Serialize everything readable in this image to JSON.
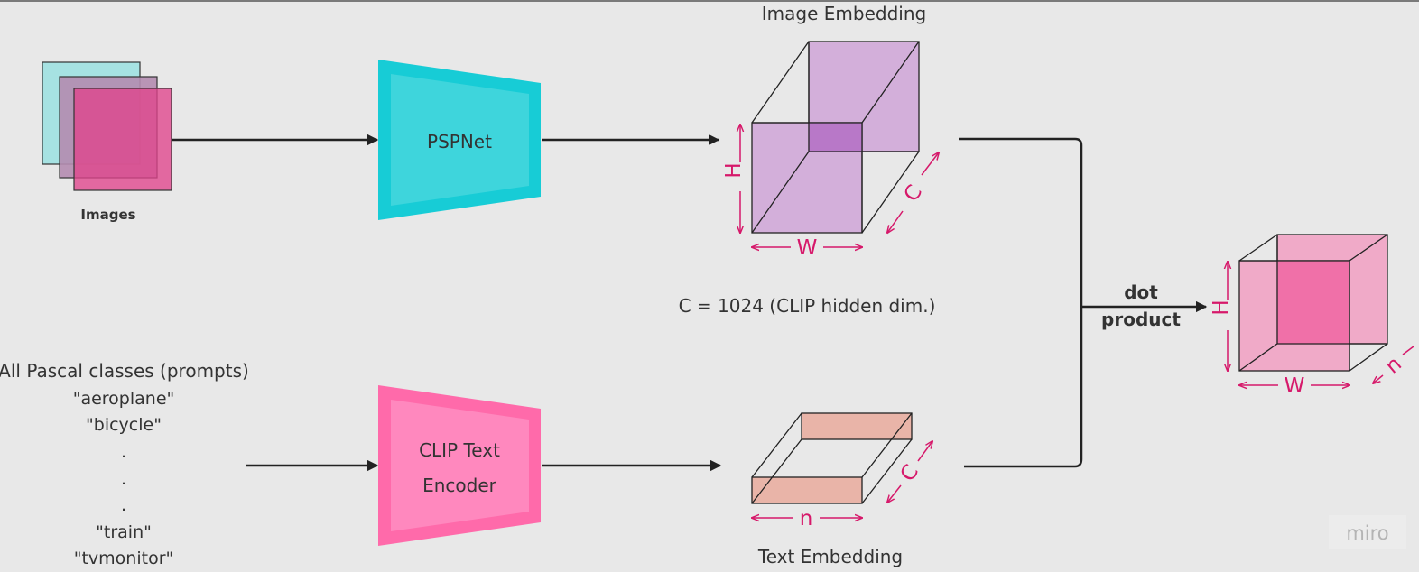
{
  "labels": {
    "images": "Images",
    "pspnet": "PSPNet",
    "clip_line1": "CLIP Text",
    "clip_line2": "Encoder",
    "image_embedding": "Image Embedding",
    "text_embedding": "Text Embedding",
    "c_note": "C = 1024 (CLIP hidden dim.)",
    "dot_line1": "dot",
    "dot_line2": "product",
    "watermark": "miro"
  },
  "prompts": {
    "header": "All Pascal classes (prompts)",
    "items": [
      {
        "text": "\"aeroplane\"",
        "color": "#1cc0d0"
      },
      {
        "text": "\"bicycle\"",
        "color": "#e0502a"
      },
      {
        "text": ".",
        "color": "#333333"
      },
      {
        "text": ".",
        "color": "#333333"
      },
      {
        "text": ".",
        "color": "#333333"
      },
      {
        "text": "\"train\"",
        "color": "#4a55b0"
      },
      {
        "text": "\"tvmonitor\"",
        "color": "#808080"
      }
    ]
  },
  "dims": {
    "img_h": "H",
    "img_w": "W",
    "img_c": "C",
    "txt_n": "n",
    "txt_c": "C",
    "out_h": "H",
    "out_w": "W",
    "out_n": "n"
  },
  "colors": {
    "background": "#e8e8e8",
    "pspnet": "#17ccd6",
    "pspnet_inner": "#3ed5dc",
    "clip": "#ff6aaa",
    "clip_inner": "#ff88be",
    "dimension": "#d6186a",
    "image_cube": "#d0a8d8",
    "text_slab": "#e9b4a8",
    "output_cube": "#f0a4c4"
  }
}
